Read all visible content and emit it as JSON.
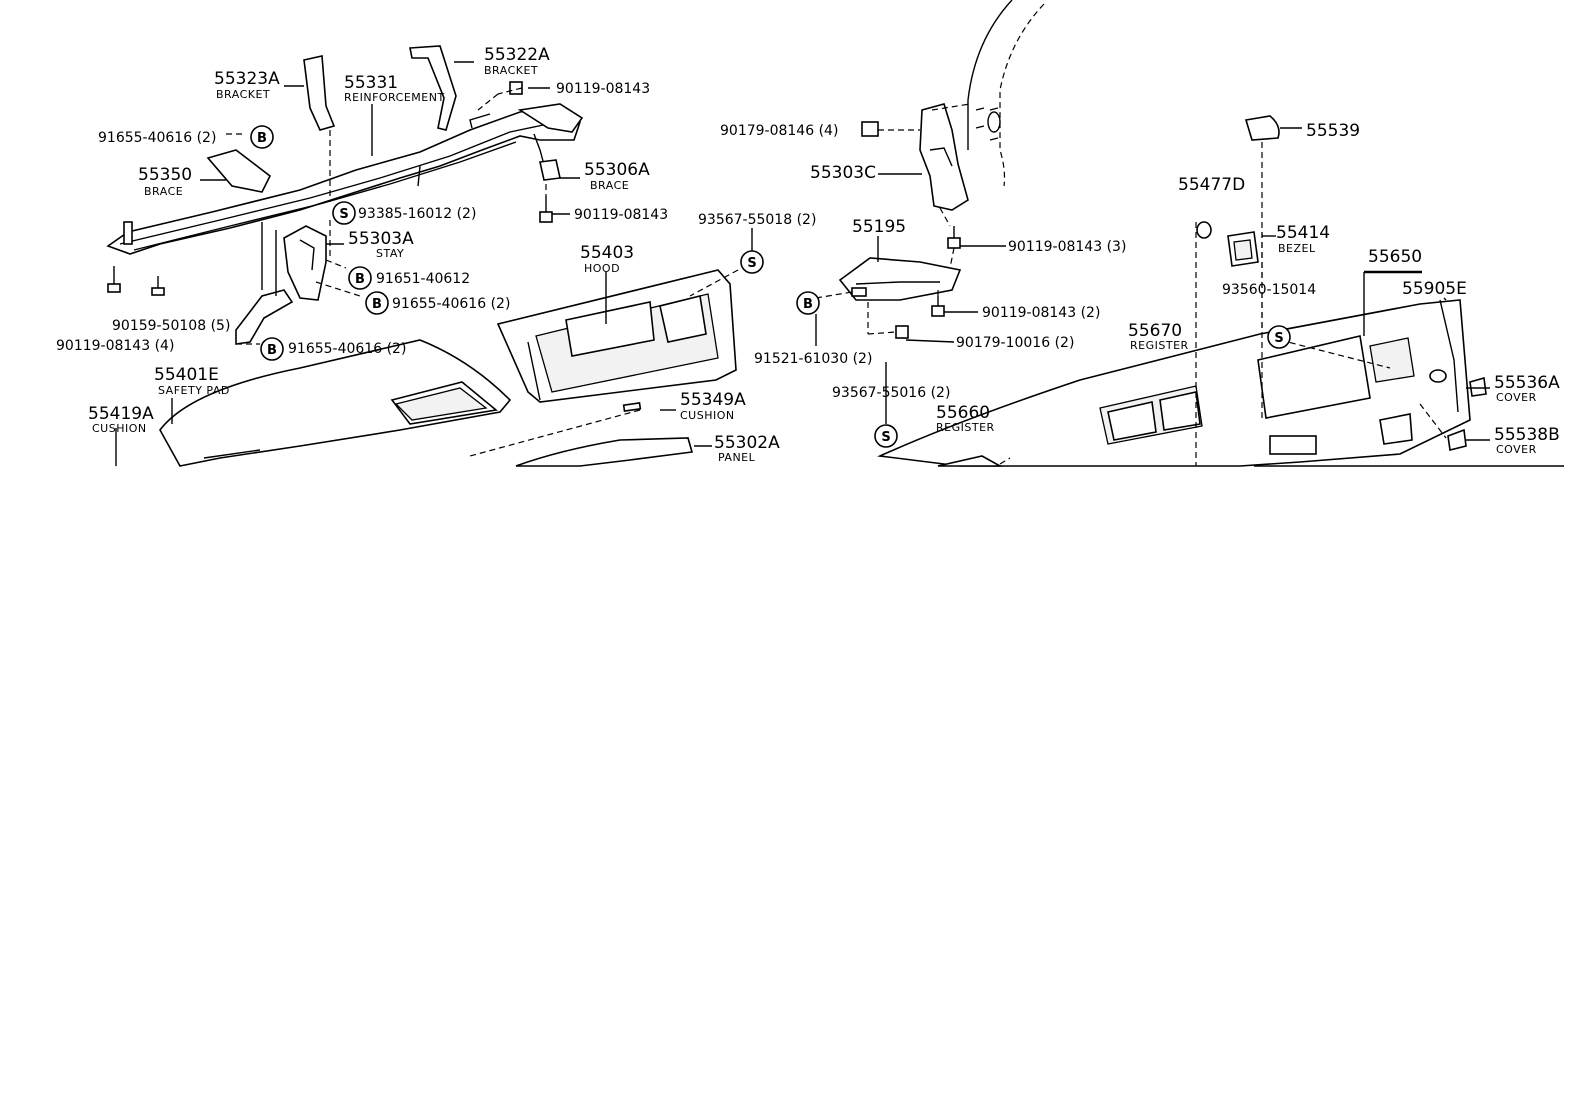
{
  "labels": {
    "l_55323A": {
      "num": "55323A",
      "desc": "BRACKET"
    },
    "l_55331": {
      "num": "55331",
      "desc": "REINFORCEMENT"
    },
    "l_55322A": {
      "num": "55322A",
      "desc": "BRACKET"
    },
    "l_90119_08143_a": {
      "num": "90119-08143",
      "desc": ""
    },
    "l_91655_40616_a": {
      "num": "91655-40616 (2)",
      "desc": ""
    },
    "l_55350": {
      "num": "55350",
      "desc": "BRACE"
    },
    "l_55306A": {
      "num": "55306A",
      "desc": "BRACE"
    },
    "l_93385_16012": {
      "num": "93385-16012 (2)",
      "desc": ""
    },
    "l_90119_08143_b": {
      "num": "90119-08143",
      "desc": ""
    },
    "l_55303A": {
      "num": "55303A",
      "desc": "STAY"
    },
    "l_91651_40612": {
      "num": "91651-40612",
      "desc": ""
    },
    "l_91655_40616_b": {
      "num": "91655-40616 (2)",
      "desc": ""
    },
    "l_90159_50108": {
      "num": "90159-50108 (5)",
      "desc": ""
    },
    "l_90119_08143_c": {
      "num": "90119-08143 (4)",
      "desc": ""
    },
    "l_91655_40616_c": {
      "num": "91655-40616 (2)",
      "desc": ""
    },
    "l_55401E": {
      "num": "55401E",
      "desc": "SAFETY PAD"
    },
    "l_55419A": {
      "num": "55419A",
      "desc": "CUSHION"
    },
    "l_55403": {
      "num": "55403",
      "desc": "HOOD"
    },
    "l_93567_55018": {
      "num": "93567-55018 (2)",
      "desc": ""
    },
    "l_55349A": {
      "num": "55349A",
      "desc": "CUSHION"
    },
    "l_55302A": {
      "num": "55302A",
      "desc": "PANEL"
    },
    "l_90179_08146": {
      "num": "90179-08146 (4)",
      "desc": ""
    },
    "l_55303C": {
      "num": "55303C",
      "desc": ""
    },
    "l_55195": {
      "num": "55195",
      "desc": ""
    },
    "l_90119_08143_d": {
      "num": "90119-08143 (3)",
      "desc": ""
    },
    "l_90119_08143_e": {
      "num": "90119-08143 (2)",
      "desc": ""
    },
    "l_90179_10016": {
      "num": "90179-10016 (2)",
      "desc": ""
    },
    "l_91521_61030": {
      "num": "91521-61030 (2)",
      "desc": ""
    },
    "l_93567_55016": {
      "num": "93567-55016 (2)",
      "desc": ""
    },
    "l_55660": {
      "num": "55660",
      "desc": "REGISTER"
    },
    "l_55670": {
      "num": "55670",
      "desc": "REGISTER"
    },
    "l_55539": {
      "num": "55539",
      "desc": ""
    },
    "l_55477D": {
      "num": "55477D",
      "desc": ""
    },
    "l_55414": {
      "num": "55414",
      "desc": "BEZEL"
    },
    "l_55650": {
      "num": "55650",
      "desc": ""
    },
    "l_93560_15014": {
      "num": "93560-15014",
      "desc": ""
    },
    "l_55905E": {
      "num": "55905E",
      "desc": ""
    },
    "l_55536A": {
      "num": "55536A",
      "desc": "COVER"
    },
    "l_55538B": {
      "num": "55538B",
      "desc": "COVER"
    }
  },
  "markers": {
    "b": "B",
    "s": "S"
  }
}
